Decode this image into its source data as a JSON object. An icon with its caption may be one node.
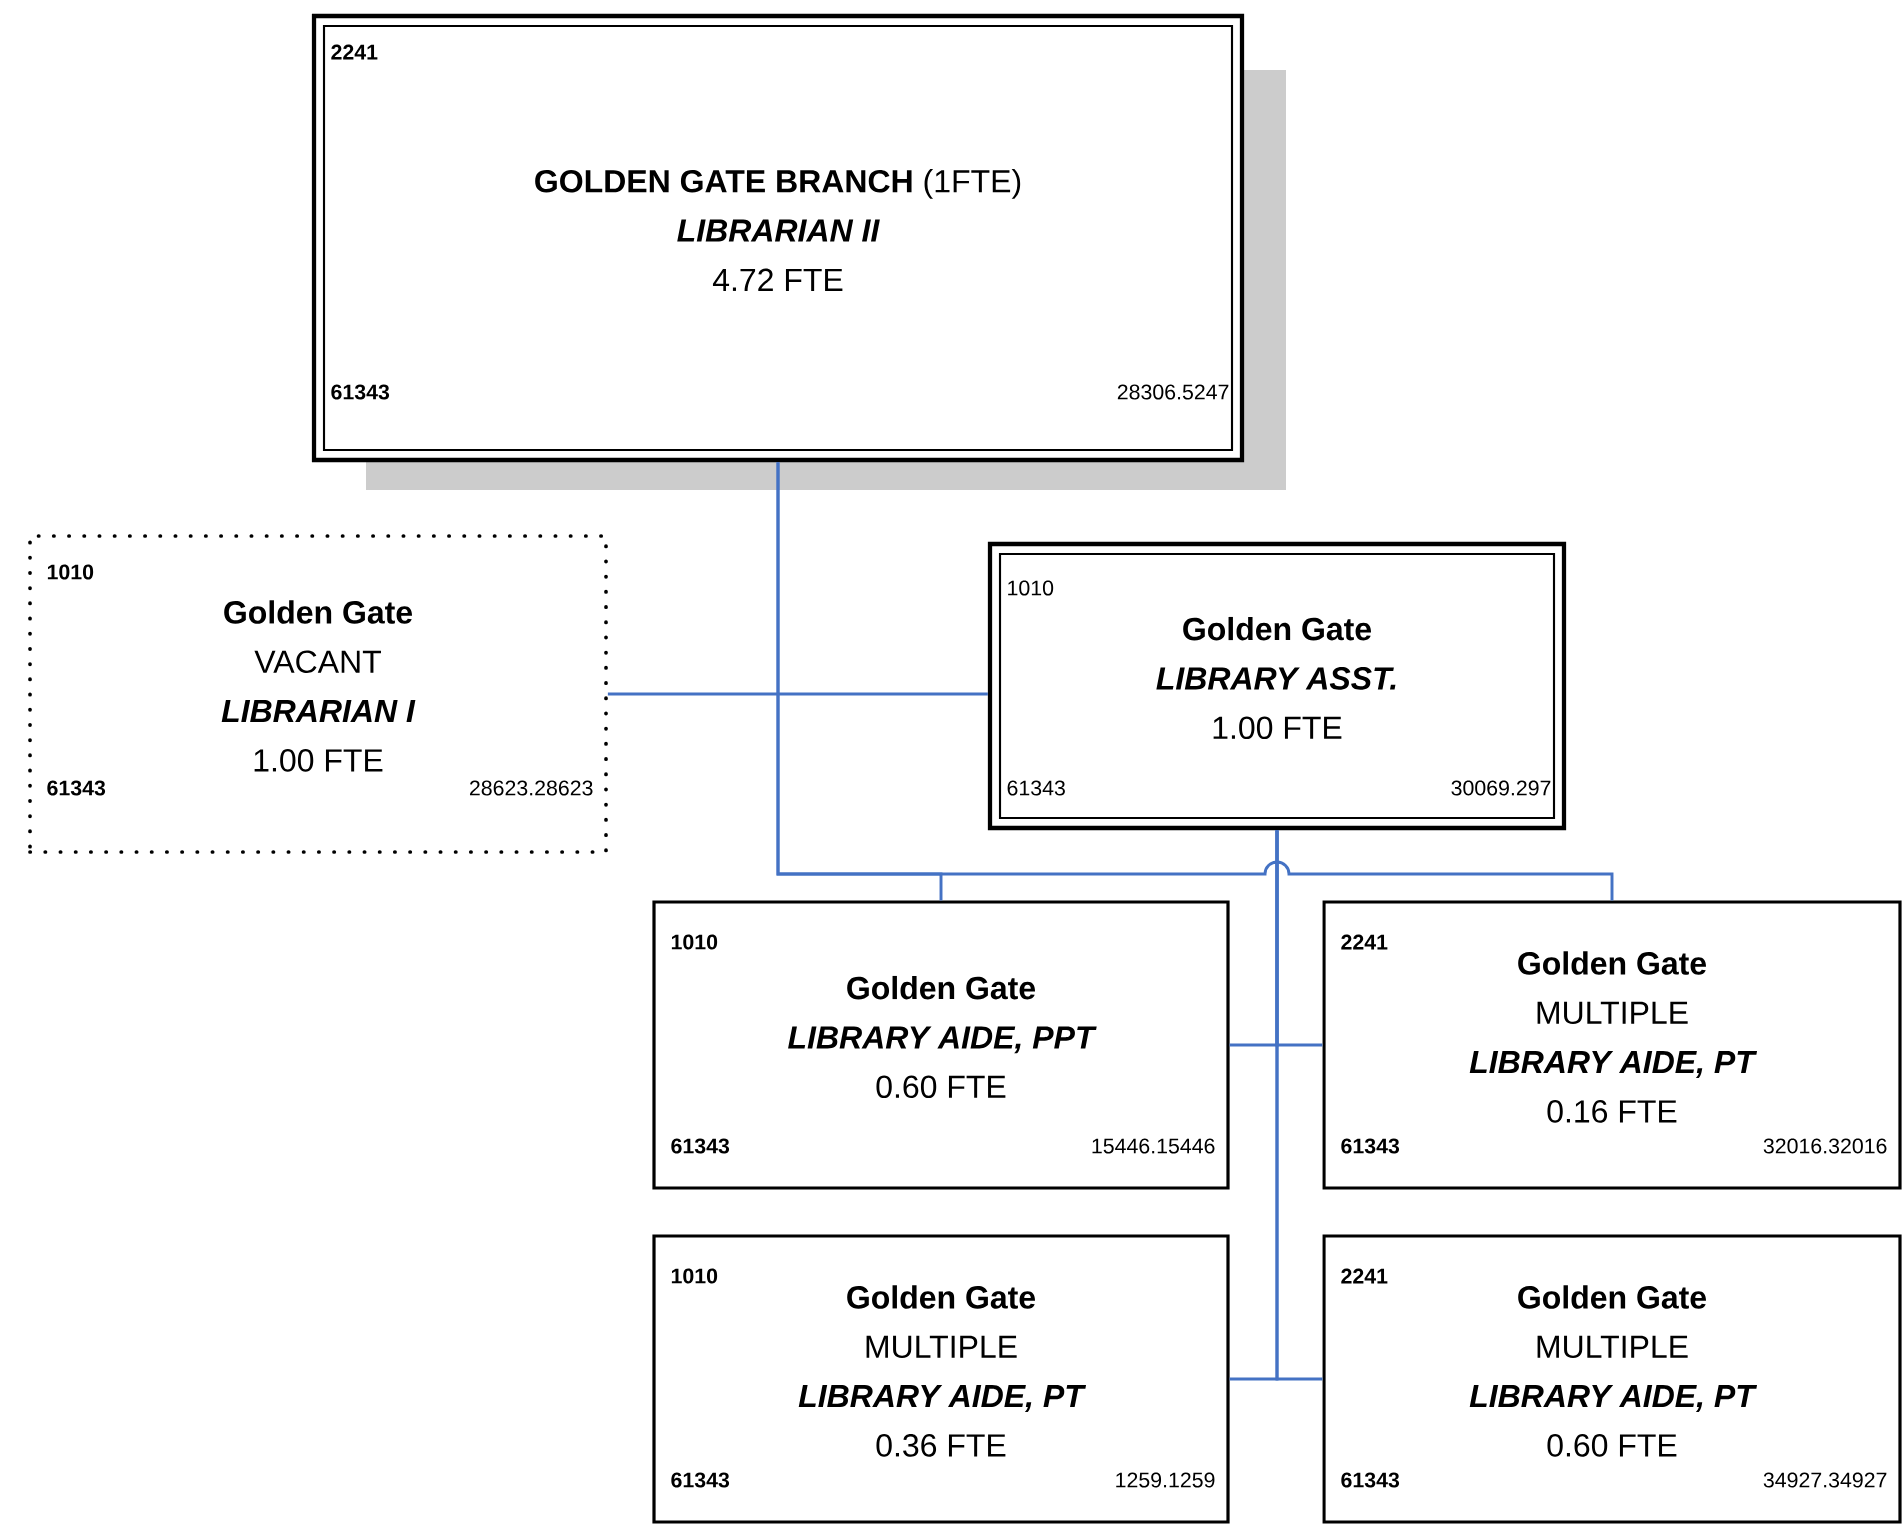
{
  "diagram": {
    "nodes": [
      {
        "text": [
          "2241",
          "**GOLDEN GATE BRANCH** (1FTE)",
          "LIBRARIAN II",
          "4.72 FTE",
          "61343",
          "28306.5247"
        ]
      },
      {
        "text": [
          "1010",
          "Golden Gate",
          "VACANT",
          "LIBRARIAN I",
          "1.00 FTE",
          "61343",
          "28623.28623"
        ]
      },
      {
        "text": [
          "1010",
          "Golden Gate",
          "LIBRARY ASST.",
          "1.00 FTE",
          "61343",
          "30069.297"
        ]
      },
      {
        "text": [
          "1010",
          "Golden Gate",
          "LIBRARY AIDE, PPT",
          "0.60 FTE",
          "61343",
          "15446.15446"
        ]
      },
      {
        "text": [
          "2241",
          "Golden Gate",
          "MULTIPLE",
          "LIBRARY AIDE, PT",
          "0.16 FTE",
          "61343",
          "32016.32016"
        ]
      },
      {
        "text": [
          "1010",
          "Golden Gate",
          "MULTIPLE",
          "LIBRARY AIDE, PT",
          "0.36 FTE",
          "61343",
          "1259.1259"
        ]
      },
      {
        "text": [
          "2241",
          "Golden Gate",
          "MULTIPLE",
          "LIBRARY AIDE, PT",
          "0.60 FTE",
          "61343",
          "34927.34927"
        ]
      }
    ],
    "edges": [
      {
        "from": 0,
        "to": 3,
        "arrow": "none"
      },
      {
        "from": 0,
        "to": 4,
        "arrow": "none"
      },
      {
        "from": 1,
        "to": 2,
        "arrow": "none"
      },
      {
        "from": 2,
        "to": 3,
        "arrow": "none"
      },
      {
        "from": 2,
        "to": 4,
        "arrow": "none"
      },
      {
        "from": 2,
        "to": 5,
        "arrow": "none"
      },
      {
        "from": 2,
        "to": 6,
        "arrow": "none"
      }
    ]
  }
}
